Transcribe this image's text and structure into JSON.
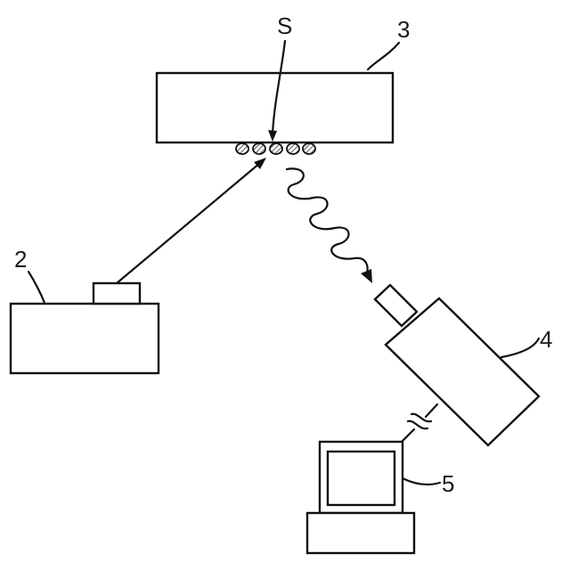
{
  "labels": {
    "sample": "S",
    "stage": "3",
    "light_source": "2",
    "camera": "4",
    "computer": "5"
  }
}
